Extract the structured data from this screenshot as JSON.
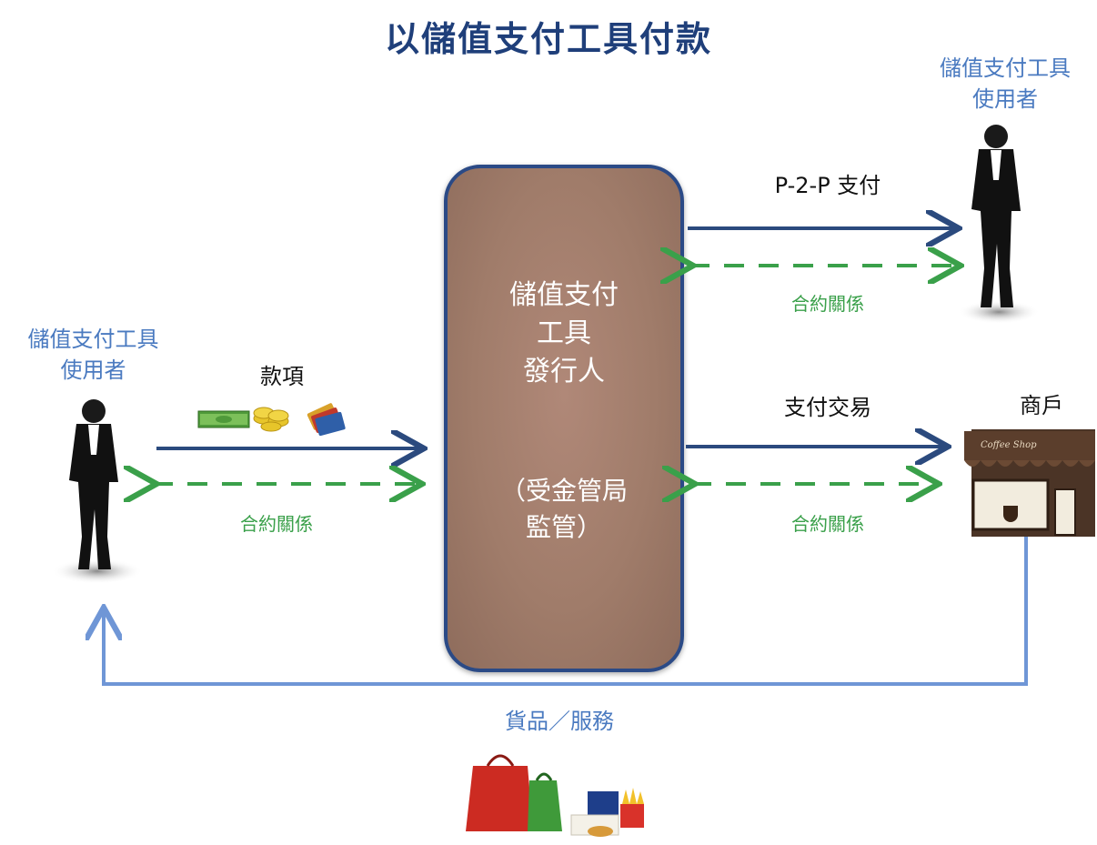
{
  "title": "以儲值支付工具付款",
  "left_user": {
    "line1": "儲值支付工具",
    "line2": "使用者"
  },
  "right_user": {
    "line1": "儲值支付工具",
    "line2": "使用者"
  },
  "issuer": {
    "line1": "儲值支付",
    "line2": "工具",
    "line3": "發行人",
    "note1": "（受金管局",
    "note2": "監管）"
  },
  "flows": {
    "funds": "款項",
    "p2p": "P-2-P 支付",
    "payment": "支付交易",
    "contract": "合約關係",
    "goods": "貨品／服務"
  },
  "merchant": {
    "label": "商戶",
    "sign": "Coffee Shop"
  },
  "colors": {
    "dark_arrow": "#2b4a7e",
    "contract": "#3aa04a",
    "goods_arrow": "#6f96d6",
    "issuer_fill": "#a07c6a",
    "issuer_border": "#2b4a86"
  }
}
